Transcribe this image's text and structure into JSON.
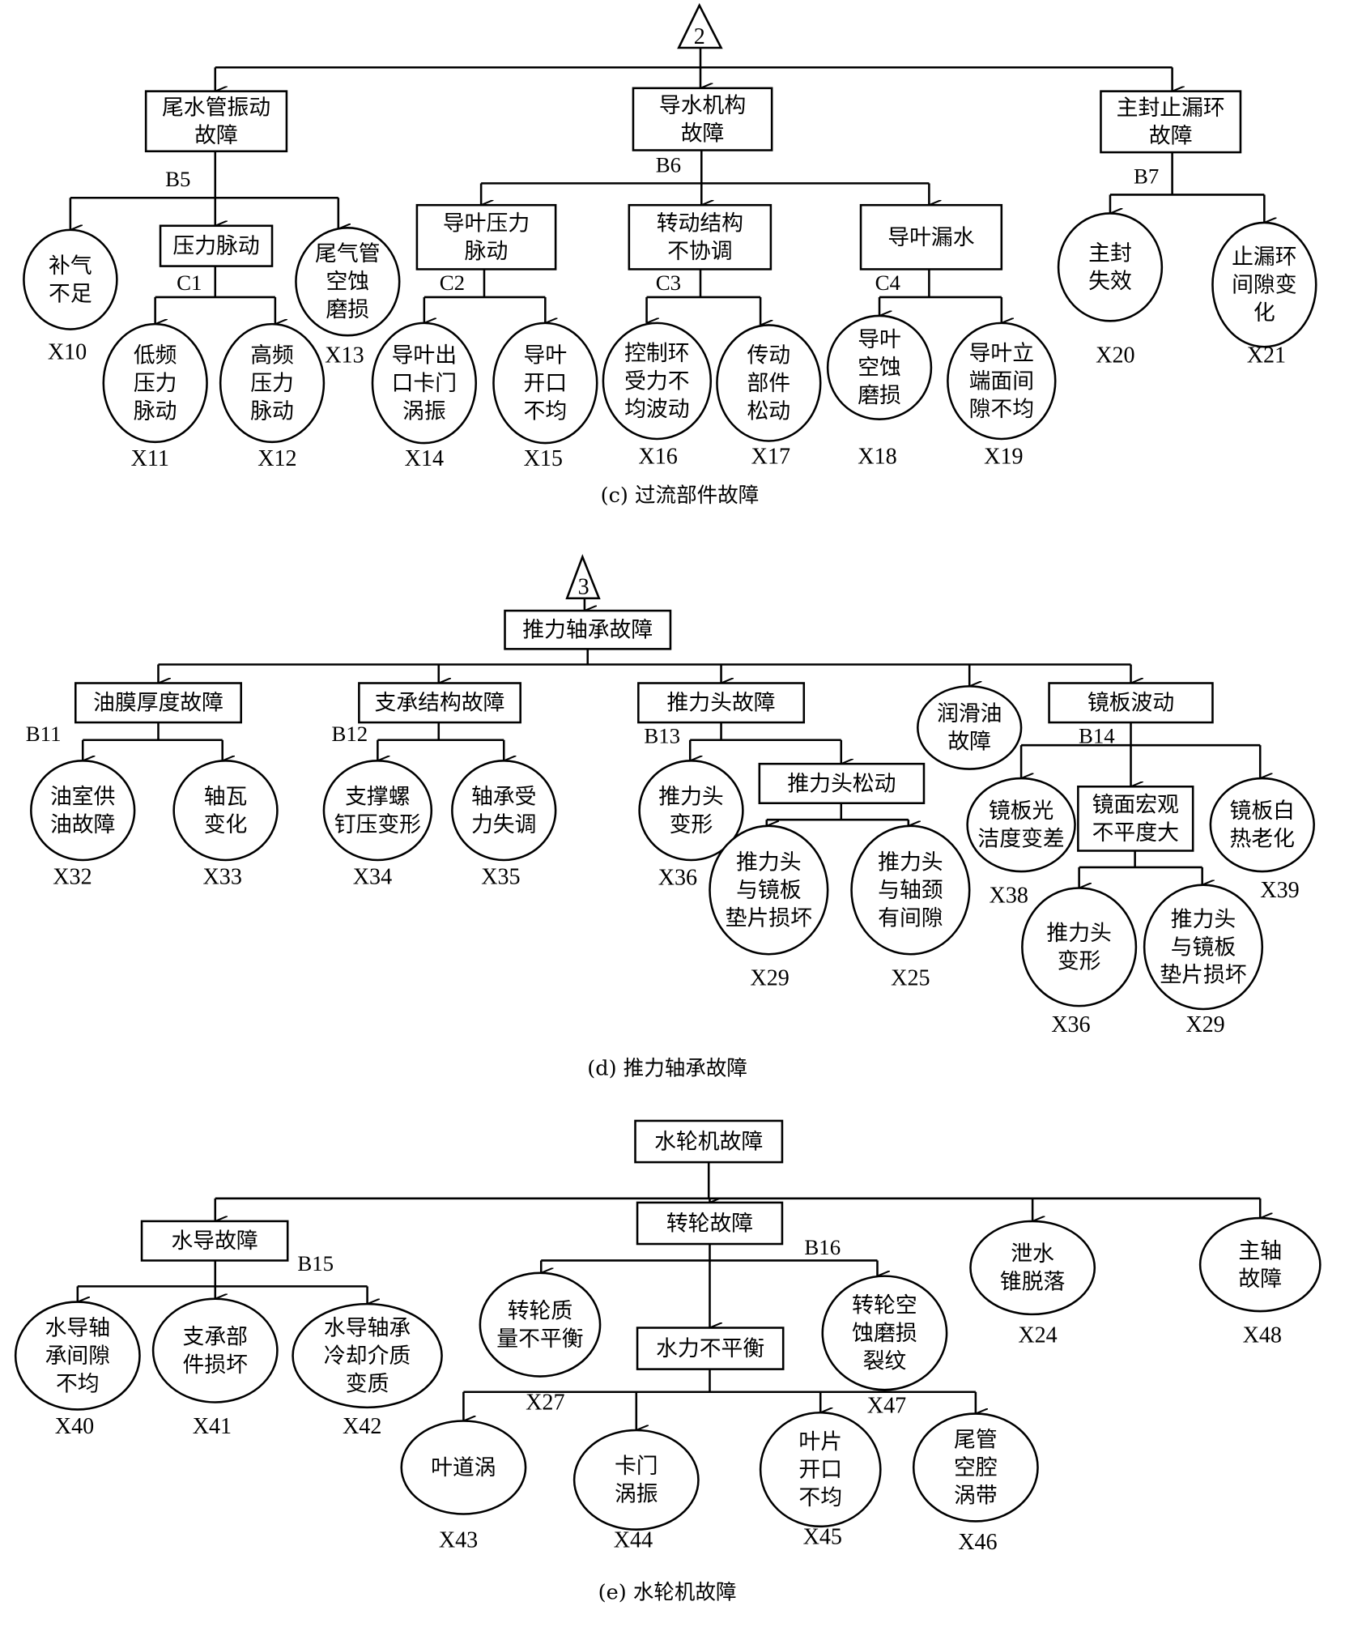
{
  "sections": {
    "c": {
      "transfer": "2",
      "caption": "(c) 过流部件故障"
    },
    "d": {
      "transfer": "3",
      "caption": "(d) 推力轴承故障"
    },
    "e": {
      "caption": "(e) 水轮机故障"
    }
  },
  "gates": {
    "B5": "B5",
    "B6": "B6",
    "B7": "B7",
    "C1": "C1",
    "C2": "C2",
    "C3": "C3",
    "C4": "C4",
    "B11": "B11",
    "B12": "B12",
    "B13": "B13",
    "B14": "B14",
    "B15": "B15",
    "B16": "B16"
  },
  "nodes": {
    "c1": {
      "lines": [
        "尾水管振动",
        "故障"
      ]
    },
    "c2": {
      "lines": [
        "导水机构",
        "故障"
      ]
    },
    "c3": {
      "lines": [
        "主封止漏环",
        "故障"
      ]
    },
    "c4": {
      "lines": [
        "补气",
        "不足"
      ],
      "code": "X10"
    },
    "c5": {
      "lines": [
        "压力脉动"
      ]
    },
    "c6": {
      "lines": [
        "尾气管",
        "空蚀",
        "磨损"
      ],
      "code": "X13"
    },
    "c7": {
      "lines": [
        "低频",
        "压力",
        "脉动"
      ],
      "code": "X11"
    },
    "c8": {
      "lines": [
        "高频",
        "压力",
        "脉动"
      ],
      "code": "X12"
    },
    "c9": {
      "lines": [
        "导叶压力",
        "脉动"
      ]
    },
    "c10": {
      "lines": [
        "转动结构",
        "不协调"
      ]
    },
    "c11": {
      "lines": [
        "导叶漏水"
      ]
    },
    "c12": {
      "lines": [
        "导叶出",
        "口卡门",
        "涡振"
      ],
      "code": "X14"
    },
    "c13": {
      "lines": [
        "导叶",
        "开口",
        "不均"
      ],
      "code": "X15"
    },
    "c14": {
      "lines": [
        "控制环",
        "受力不",
        "均波动"
      ],
      "code": "X16"
    },
    "c15": {
      "lines": [
        "传动",
        "部件",
        "松动"
      ],
      "code": "X17"
    },
    "c16": {
      "lines": [
        "导叶",
        "空蚀",
        "磨损"
      ],
      "code": "X18"
    },
    "c17": {
      "lines": [
        "导叶立",
        "端面间",
        "隙不均"
      ],
      "code": "X19"
    },
    "c18": {
      "lines": [
        "主封",
        "失效"
      ],
      "code": "X20"
    },
    "c19": {
      "lines": [
        "止漏环",
        "间隙变",
        "化"
      ],
      "code": "X21"
    },
    "d1": {
      "lines": [
        "推力轴承故障"
      ]
    },
    "d2": {
      "lines": [
        "油膜厚度故障"
      ]
    },
    "d3": {
      "lines": [
        "支承结构故障"
      ]
    },
    "d4": {
      "lines": [
        "推力头故障"
      ]
    },
    "d5": {
      "lines": [
        "润滑油",
        "故障"
      ]
    },
    "d6": {
      "lines": [
        "镜板波动"
      ]
    },
    "d7": {
      "lines": [
        "油室供",
        "油故障"
      ],
      "code": "X32"
    },
    "d8": {
      "lines": [
        "轴瓦",
        "变化"
      ],
      "code": "X33"
    },
    "d9": {
      "lines": [
        "支撑螺",
        "钉压变形"
      ],
      "code": "X34"
    },
    "d10": {
      "lines": [
        "轴承受",
        "力失调"
      ],
      "code": "X35"
    },
    "d11": {
      "lines": [
        "推力头",
        "变形"
      ],
      "code": "X36"
    },
    "d12": {
      "lines": [
        "推力头松动"
      ]
    },
    "d13": {
      "lines": [
        "推力头",
        "与镜板",
        "垫片损坏"
      ],
      "code": "X29"
    },
    "d14": {
      "lines": [
        "推力头",
        "与轴颈",
        "有间隙"
      ],
      "code": "X25"
    },
    "d15": {
      "lines": [
        "镜板光",
        "洁度变差"
      ],
      "code": "X38"
    },
    "d16": {
      "lines": [
        "镜面宏观",
        "不平度大"
      ]
    },
    "d17": {
      "lines": [
        "镜板白",
        "热老化"
      ],
      "code": "X39"
    },
    "d18": {
      "lines": [
        "推力头",
        "变形"
      ],
      "code": "X36"
    },
    "d19": {
      "lines": [
        "推力头",
        "与镜板",
        "垫片损坏"
      ],
      "code": "X29"
    },
    "e1": {
      "lines": [
        "水轮机故障"
      ]
    },
    "e2": {
      "lines": [
        "水导故障"
      ]
    },
    "e3": {
      "lines": [
        "转轮故障"
      ]
    },
    "e4": {
      "lines": [
        "泄水",
        "锥脱落"
      ],
      "code": "X24"
    },
    "e5": {
      "lines": [
        "主轴",
        "故障"
      ],
      "code": "X48"
    },
    "e6": {
      "lines": [
        "水导轴",
        "承间隙",
        "不均"
      ],
      "code": "X40"
    },
    "e7": {
      "lines": [
        "支承部",
        "件损坏"
      ],
      "code": "X41"
    },
    "e8": {
      "lines": [
        "水导轴承",
        "冷却介质",
        "变质"
      ],
      "code": "X42"
    },
    "e9": {
      "lines": [
        "转轮质",
        "量不平衡"
      ],
      "code": "X27"
    },
    "e10": {
      "lines": [
        "水力不平衡"
      ]
    },
    "e11": {
      "lines": [
        "转轮空",
        "蚀磨损",
        "裂纹"
      ],
      "code": "X47"
    },
    "e12": {
      "lines": [
        "叶道涡"
      ],
      "code": "X43"
    },
    "e13": {
      "lines": [
        "卡门",
        "涡振"
      ],
      "code": "X44"
    },
    "e14": {
      "lines": [
        "叶片",
        "开口",
        "不均"
      ],
      "code": "X45"
    },
    "e15": {
      "lines": [
        "尾管",
        "空腔",
        "涡带"
      ],
      "code": "X46"
    }
  }
}
